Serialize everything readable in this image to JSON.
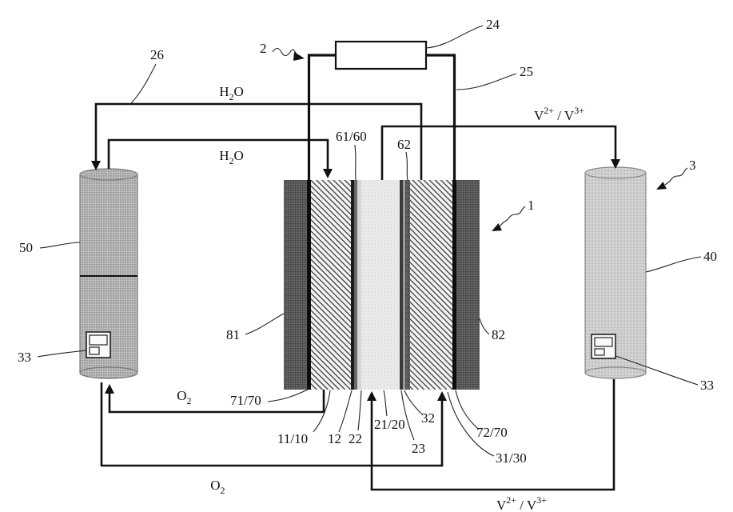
{
  "labels": {
    "r1": "1",
    "r2": "2",
    "r3": "3",
    "r11_10": "11/10",
    "r12": "12",
    "r21_20": "21/20",
    "r22": "22",
    "r23": "23",
    "r24": "24",
    "r25": "25",
    "r26": "26",
    "r31_30": "31/30",
    "r32": "32",
    "r33_left": "33",
    "r33_right": "33",
    "r40": "40",
    "r50": "50",
    "r61_60": "61/60",
    "r62": "62",
    "r71_70": "71/70",
    "r72_70": "72/70",
    "r81": "81",
    "r82": "82"
  },
  "flow_labels": {
    "h2o_upper": {
      "base": "H",
      "sub": "2",
      "tail": "O"
    },
    "h2o_lower": {
      "base": "H",
      "sub": "2",
      "tail": "O"
    },
    "vanadium_upper": {
      "ion1": "V",
      "charge1": "2+",
      "sep": " / V",
      "charge2": "3+"
    },
    "vanadium_lower": {
      "ion1": "V",
      "charge1": "2+",
      "sep": " / V",
      "charge2": "3+"
    },
    "o2_upper": {
      "base": "O",
      "sub": "2"
    },
    "o2_lower": {
      "base": "O",
      "sub": "2"
    }
  }
}
